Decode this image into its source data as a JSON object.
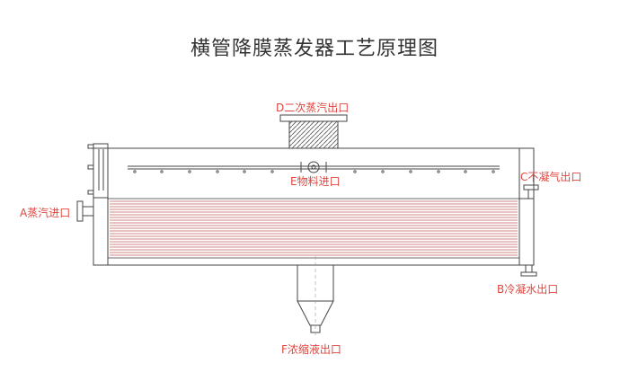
{
  "title": "横管降膜蒸发器工艺原理图",
  "labels": {
    "D": "D二次蒸汽出口",
    "E": "E物料进口",
    "C": "C不凝气出口",
    "A": "A蒸汽进口",
    "B": "B冷凝水出口",
    "F": "F浓缩液出口"
  },
  "colors": {
    "label": "#e0463f",
    "tube": "#c05a5a",
    "line": "#444444"
  }
}
